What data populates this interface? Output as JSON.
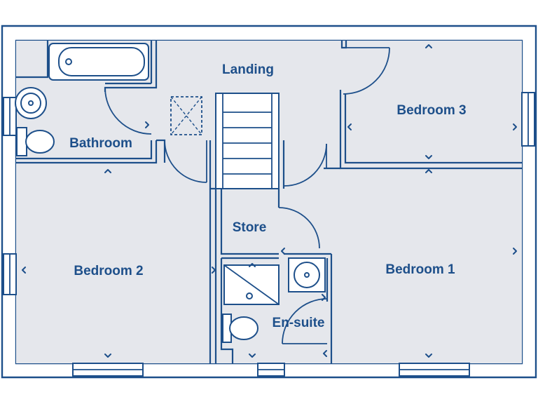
{
  "rooms": {
    "landing": "Landing",
    "bedroom3": "Bedroom 3",
    "bathroom": "Bathroom",
    "bedroom2": "Bedroom 2",
    "store": "Store",
    "bedroom1": "Bedroom 1",
    "ensuite": "En-suite"
  },
  "colors": {
    "line": "#1d4f8a",
    "floor": "#e5e7ec"
  }
}
